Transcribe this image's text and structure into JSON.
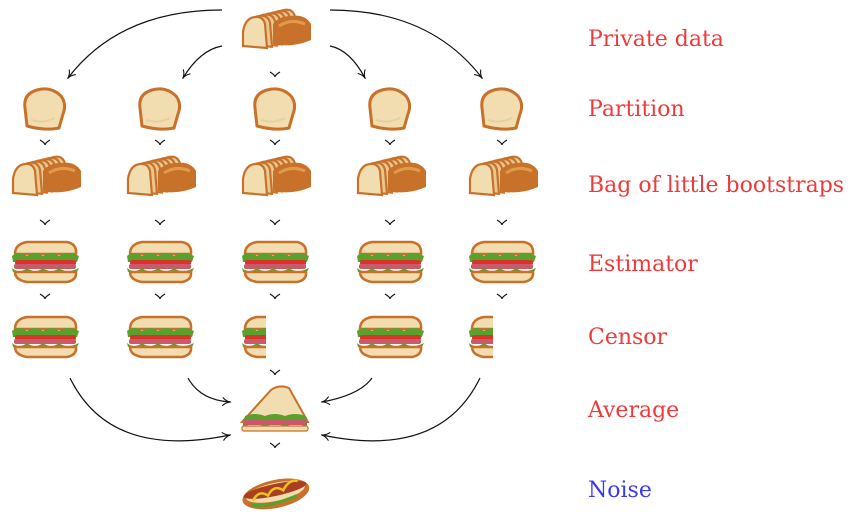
{
  "stages": [
    {
      "key": "private",
      "label": "Private data",
      "icon": "bread-loaf-icon",
      "count": 1
    },
    {
      "key": "partition",
      "label": "Partition",
      "icon": "bread-slice-icon",
      "count": 5
    },
    {
      "key": "blb",
      "label": "Bag of little bootstraps",
      "icon": "bread-loaf-icon",
      "count": 5
    },
    {
      "key": "estimator",
      "label": "Estimator",
      "icon": "sandwich-icon",
      "count": 5
    },
    {
      "key": "censor",
      "label": "Censor",
      "icon": "sandwich-icon",
      "count": 5,
      "censored": [
        false,
        false,
        true,
        false,
        true
      ]
    },
    {
      "key": "average",
      "label": "Average",
      "icon": "triangle-sandwich-icon",
      "count": 1
    },
    {
      "key": "noise",
      "label": "Noise",
      "icon": "hotdog-icon",
      "count": 1
    }
  ],
  "colors": {
    "label_red": "#ee3a3a",
    "label_blue": "#3a3aee",
    "arrow": "#111111",
    "crust": "#c8712a",
    "bread": "#f2ddb0",
    "lettuce": "#5aa02c",
    "tomato": "#d8342a",
    "ham": "#c85a6a",
    "sausage": "#a84020",
    "mustard": "#f0c020"
  },
  "noise_label_color": "blue"
}
